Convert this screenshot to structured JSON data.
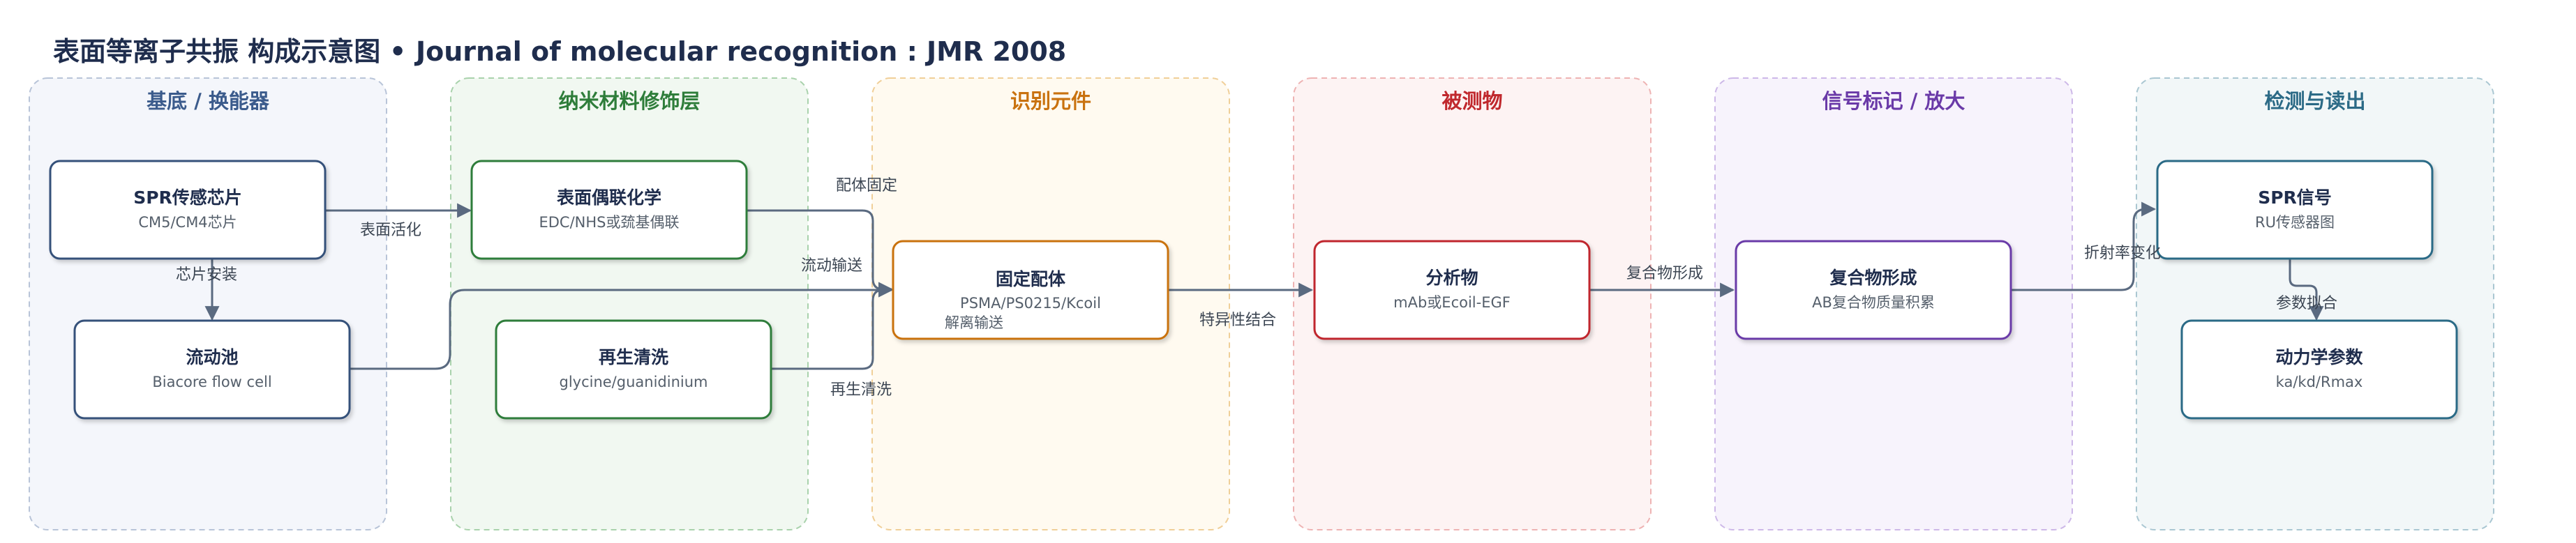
{
  "header": {
    "title": "表面等离子共振 构成示意图",
    "separator": "•",
    "source": "Journal of molecular recognition : JMR 2008"
  },
  "colors": {
    "title": "#1f2d4d",
    "arrow": "#5a6a80",
    "edge_label": "#3c4653"
  },
  "lanes": [
    {
      "id": "substrate",
      "title": "基底 / 换能器",
      "color": "#3b5b8c",
      "fill": "#f4f6fb",
      "border": "#b8c4d8"
    },
    {
      "id": "nano",
      "title": "纳米材料修饰层",
      "color": "#2e7d3a",
      "fill": "#f1f8f1",
      "border": "#a9d2ac"
    },
    {
      "id": "recognition",
      "title": "识别元件",
      "color": "#c9720f",
      "fill": "#fffaf0",
      "border": "#f0cf98"
    },
    {
      "id": "analyte",
      "title": "被测物",
      "color": "#c0282d",
      "fill": "#fdf3f3",
      "border": "#eeb3b3"
    },
    {
      "id": "label",
      "title": "信号标记 / 放大",
      "color": "#6a3aa8",
      "fill": "#f7f3fc",
      "border": "#cdb8e8"
    },
    {
      "id": "readout",
      "title": "检测与读出",
      "color": "#2b6a86",
      "fill": "#f2f7f8",
      "border": "#aac7d2"
    }
  ],
  "nodes": {
    "spr_chip": {
      "title": "SPR传感芯片",
      "subtitle": "CM5/CM4芯片"
    },
    "flow_cell": {
      "title": "流动池",
      "subtitle": "Biacore flow cell"
    },
    "surface_coupling": {
      "title": "表面偶联化学",
      "subtitle": "EDC/NHS或巯基偶联"
    },
    "regeneration": {
      "title": "再生清洗",
      "subtitle": "glycine/guanidinium"
    },
    "ligand": {
      "title": "固定配体",
      "subtitle": "PSMA/PS0215/Kcoil",
      "subtitle2": "解离输送"
    },
    "analyte": {
      "title": "分析物",
      "subtitle": "mAb或Ecoil-EGF"
    },
    "complex": {
      "title": "复合物形成",
      "subtitle": "AB复合物质量积累"
    },
    "spr_signal": {
      "title": "SPR信号",
      "subtitle": "RU传感器图"
    },
    "kinetics": {
      "title": "动力学参数",
      "subtitle": "ka/kd/Rmax"
    }
  },
  "edges": {
    "surface_activation": "表面活化",
    "chip_mounting": "芯片安装",
    "ligand_immobilization": "配体固定",
    "flow_delivery": "流动输送",
    "regen_wash": "再生清洗",
    "specific_binding": "特异性结合",
    "complex_formation": "复合物形成",
    "refractive_change": "折射率变化",
    "parameter_fitting": "参数拟合"
  }
}
